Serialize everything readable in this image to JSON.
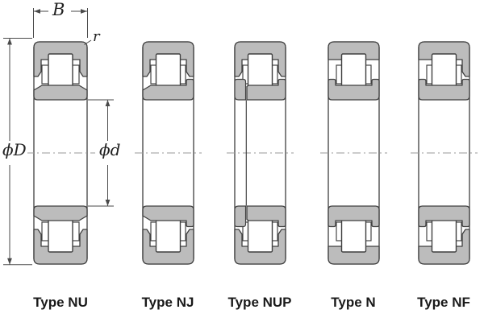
{
  "diagram": {
    "dimension_labels": {
      "width": "B",
      "corner_radius": "r",
      "outer_diameter": "ϕD",
      "bore_diameter": "ϕd"
    },
    "bearings": [
      {
        "label": "Type NU",
        "type": "NU",
        "outer_ribs": "both",
        "inner_ribs": "none",
        "loose_rib": false
      },
      {
        "label": "Type NJ",
        "type": "NJ",
        "outer_ribs": "both",
        "inner_ribs": "right",
        "loose_rib": false
      },
      {
        "label": "Type NUP",
        "type": "NUP",
        "outer_ribs": "both",
        "inner_ribs": "right",
        "loose_rib": true
      },
      {
        "label": "Type N",
        "type": "N",
        "outer_ribs": "none",
        "inner_ribs": "both",
        "loose_rib": false
      },
      {
        "label": "Type NF",
        "type": "NF",
        "outer_ribs": "right",
        "inner_ribs": "both",
        "loose_rib": false
      }
    ],
    "colors": {
      "ring_fill": "#bcbcbc",
      "outline": "#3f3f3f",
      "dimension_line": "#4a4a4a",
      "centerline": "#999999",
      "label_text": "#1a1a1a",
      "background": "#ffffff"
    }
  }
}
